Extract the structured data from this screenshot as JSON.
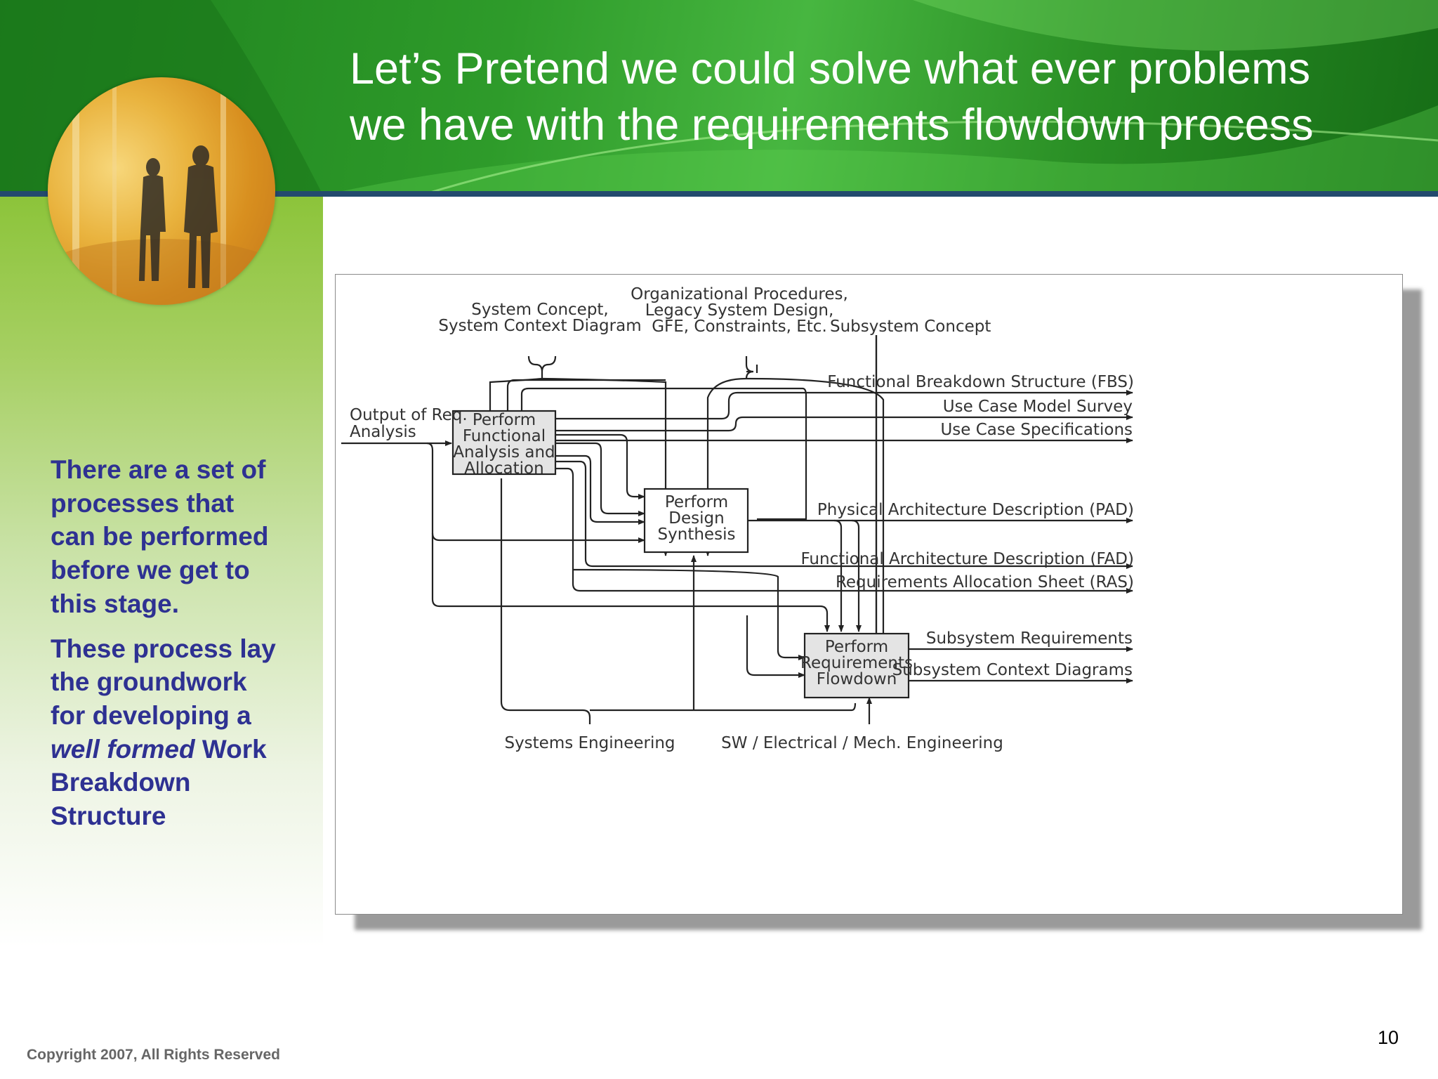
{
  "slide": {
    "title_lines": [
      "Let’s Pretend we could solve what ever problems",
      "we have with the requirements flowdown process"
    ],
    "body": {
      "para1": "There are a set of processes that can be performed before we get to this stage.",
      "para2_start": "These process lay the groundwork for developing a",
      "para2_emphasis": "well formed",
      "para2_end": "Work Breakdown Structure"
    },
    "copyright": "Copyright 2007, All Rights Reserved",
    "page_number": "10"
  },
  "diagram": {
    "boxes": {
      "functional_analysis": [
        "Perform",
        "Functional",
        "Analysis and",
        "Allocation"
      ],
      "design_synthesis": [
        "Perform",
        "Design",
        "Synthesis"
      ],
      "requirements_flowdown": [
        "Perform",
        "Requirements",
        "Flowdown"
      ]
    },
    "inputs": {
      "system_concept": [
        "System Concept,",
        "System Context Diagram"
      ],
      "org_procedures": [
        "Organizational Procedures,",
        "Legacy System Design,",
        "GFE, Constraints, Etc."
      ],
      "subsystem_concept": "Subsystem Concept",
      "output_req_analysis": [
        "Output of Req.",
        "Analysis"
      ]
    },
    "outputs": {
      "fbs": "Functional Breakdown Structure (FBS)",
      "use_case_survey": "Use Case Model Survey",
      "use_case_specs": "Use Case Specifications",
      "pad": "Physical Architecture Description (PAD)",
      "fad": "Functional Architecture Description (FAD)",
      "ras": "Requirements Allocation Sheet (RAS)",
      "subsystem_requirements": "Subsystem Requirements",
      "subsystem_context": "Subsystem Context Diagrams"
    },
    "mechanisms": {
      "systems_engineering": "Systems Engineering",
      "sw_engineering": "SW / Electrical / Mech. Engineering"
    }
  }
}
